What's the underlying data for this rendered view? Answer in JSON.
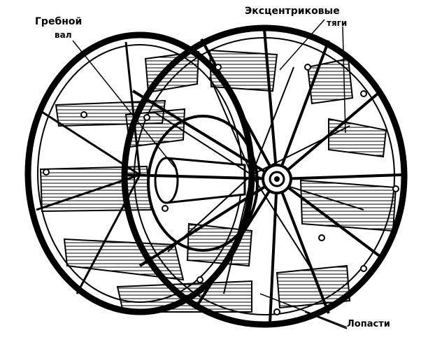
{
  "labels": {
    "shaft_line1": "Гребной",
    "shaft_line2": "вал",
    "rods_line1": "Эксцентриковые",
    "rods_line2": "тяги",
    "blades": "Лопасти"
  },
  "colors": {
    "ink": "#000000",
    "paper": "#ffffff"
  }
}
